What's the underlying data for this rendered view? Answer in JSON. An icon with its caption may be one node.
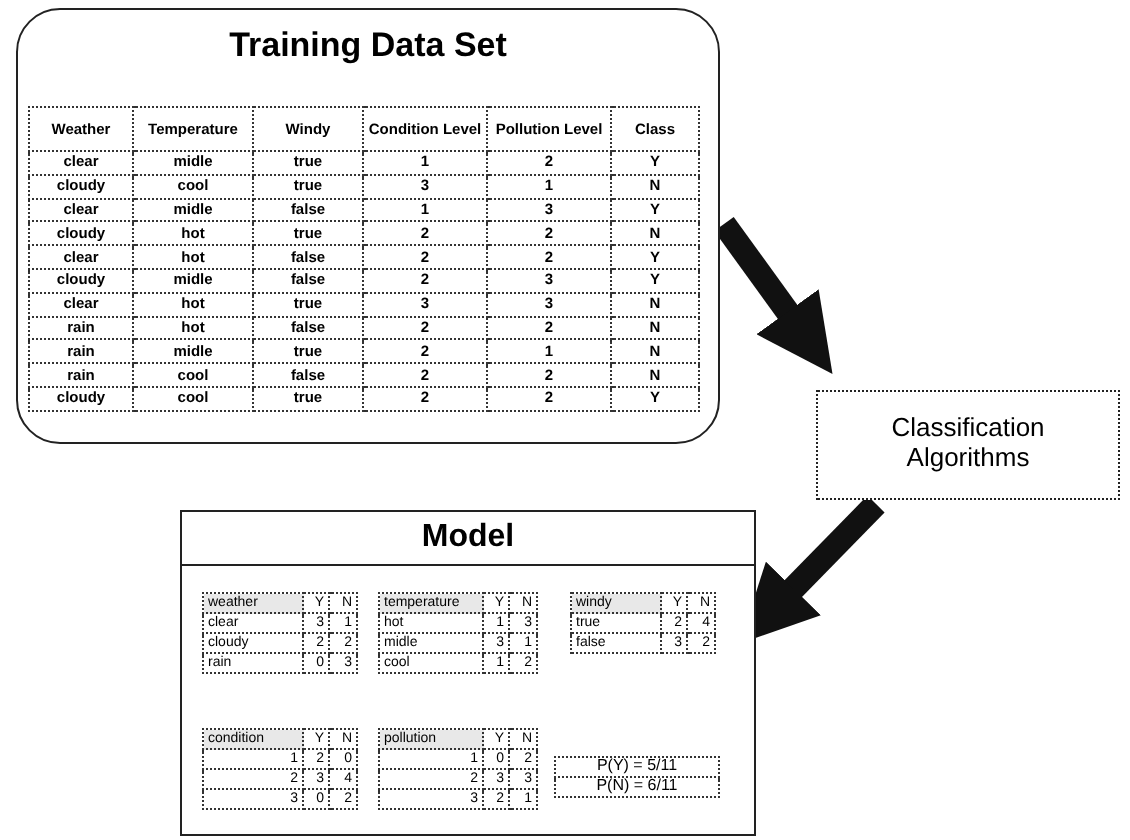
{
  "diagram": {
    "nodes": [
      {
        "text": [
          "Training Data Set"
        ]
      },
      {
        "text": [
          "Classification Algorithms"
        ]
      },
      {
        "text": [
          "Model"
        ]
      }
    ],
    "edges": [
      {
        "from": 0,
        "to": 1,
        "arrow": "to"
      },
      {
        "from": 1,
        "to": 2,
        "arrow": "to"
      }
    ],
    "labels": [
      "Weather",
      "Temperature",
      "Windy",
      "Condition Level",
      "Pollution Level",
      "Class",
      "clear",
      "midle",
      "true",
      "1",
      "2",
      "Y",
      "cloudy",
      "cool",
      "true",
      "3",
      "1",
      "N",
      "clear",
      "midle",
      "false",
      "1",
      "3",
      "Y",
      "cloudy",
      "hot",
      "true",
      "2",
      "2",
      "N",
      "clear",
      "hot",
      "false",
      "2",
      "2",
      "Y",
      "cloudy",
      "midle",
      "false",
      "2",
      "3",
      "Y",
      "clear",
      "hot",
      "true",
      "3",
      "3",
      "N",
      "rain",
      "hot",
      "false",
      "2",
      "2",
      "N",
      "rain",
      "midle",
      "true",
      "2",
      "1",
      "N",
      "rain",
      "cool",
      "false",
      "2",
      "2",
      "N",
      "cloudy",
      "cool",
      "true",
      "2",
      "2",
      "Y",
      "weather",
      "Y",
      "N",
      "clear",
      "3",
      "1",
      "cloudy",
      "2",
      "2",
      "rain",
      "0",
      "3",
      "temperature",
      "Y",
      "N",
      "hot",
      "1",
      "3",
      "midle",
      "3",
      "1",
      "cool",
      "1",
      "2",
      "windy",
      "Y",
      "N",
      "true",
      "2",
      "4",
      "false",
      "3",
      "2",
      "condition",
      "Y",
      "N",
      "1",
      "2",
      "0",
      "2",
      "3",
      "4",
      "3",
      "0",
      "2",
      "pollution",
      "Y",
      "N",
      "1",
      "0",
      "2",
      "2",
      "3",
      "3",
      "3",
      "2",
      "1",
      "P(Y) = 5/11",
      "P(N) = 6/11"
    ]
  }
}
